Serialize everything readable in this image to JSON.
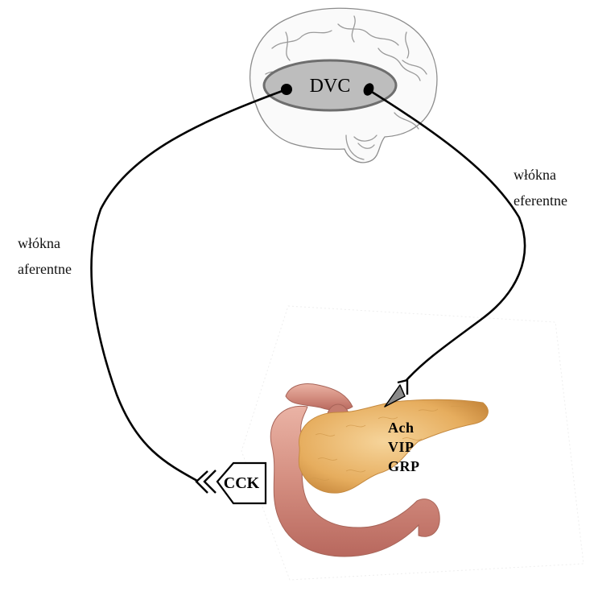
{
  "center_label": "DVC",
  "afferent_label": [
    "włókna",
    "aferentne"
  ],
  "efferent_label": [
    "włókna",
    "eferentne"
  ],
  "hormone_label": "CCK",
  "neurotransmitters": [
    "Ach",
    "VIP",
    "GRP"
  ],
  "colors": {
    "nucleus_fill": "#bdbdbd",
    "nucleus_stroke": "#6e6e6e",
    "pathway": "#000000",
    "terminal_fill": "#8a8a8a",
    "pancreas": "#e8b36a",
    "duodenum": "#d99a8a"
  }
}
